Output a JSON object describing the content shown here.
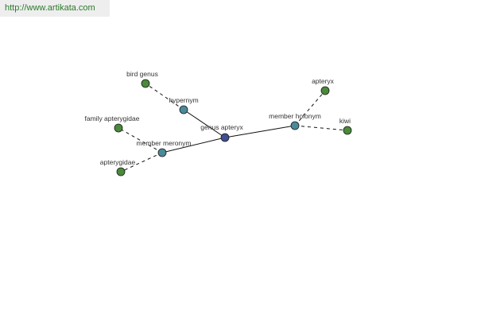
{
  "site_link": {
    "text": "http://www.artikata.com"
  },
  "colors": {
    "center_node": "#3f4f8f",
    "relation_node": "#4a8a9a",
    "leaf_node": "#4a8a3a",
    "edge": "#111111",
    "link_text": "#2a7a2a"
  },
  "graph": {
    "nodes": [
      {
        "id": "genus-apteryx",
        "label": "genus apteryx",
        "kind": "center"
      },
      {
        "id": "hypernym",
        "label": "hypernym",
        "kind": "relation"
      },
      {
        "id": "member-meronym",
        "label": "member meronym",
        "kind": "relation"
      },
      {
        "id": "member-holonym",
        "label": "member holonym",
        "kind": "relation"
      },
      {
        "id": "bird-genus",
        "label": "bird genus",
        "kind": "leaf"
      },
      {
        "id": "family-apterygidae",
        "label": "family apterygidae",
        "kind": "leaf"
      },
      {
        "id": "apterygidae",
        "label": "apterygidae",
        "kind": "leaf"
      },
      {
        "id": "apteryx",
        "label": "apteryx",
        "kind": "leaf"
      },
      {
        "id": "kiwi",
        "label": "kiwi",
        "kind": "leaf"
      }
    ],
    "edges": [
      {
        "from": "genus-apteryx",
        "to": "hypernym",
        "style": "solid"
      },
      {
        "from": "genus-apteryx",
        "to": "member-meronym",
        "style": "solid"
      },
      {
        "from": "genus-apteryx",
        "to": "member-holonym",
        "style": "solid"
      },
      {
        "from": "hypernym",
        "to": "bird-genus",
        "style": "dashed"
      },
      {
        "from": "member-meronym",
        "to": "family-apterygidae",
        "style": "dashed"
      },
      {
        "from": "member-meronym",
        "to": "apterygidae",
        "style": "dashed"
      },
      {
        "from": "member-holonym",
        "to": "apteryx",
        "style": "dashed"
      },
      {
        "from": "member-holonym",
        "to": "kiwi",
        "style": "dashed"
      }
    ]
  }
}
